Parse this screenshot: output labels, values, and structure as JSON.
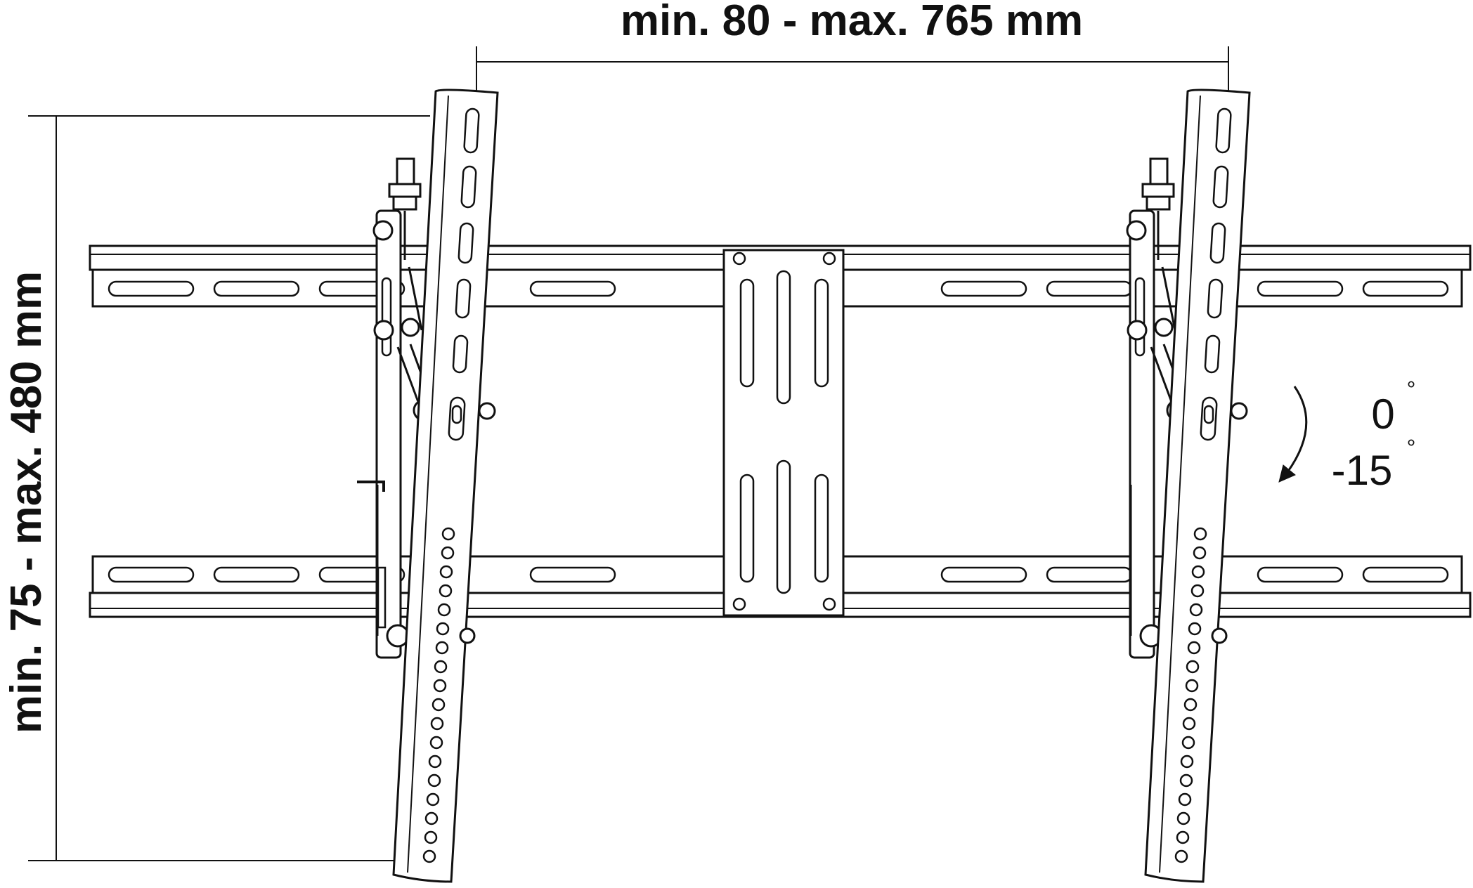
{
  "dimensions": {
    "width_label": "min. 80 - max. 765 mm",
    "height_label": "min. 75 - max. 480 mm"
  },
  "tilt": {
    "upper_value": "0",
    "lower_value": "-15",
    "unit_symbol": "°"
  }
}
